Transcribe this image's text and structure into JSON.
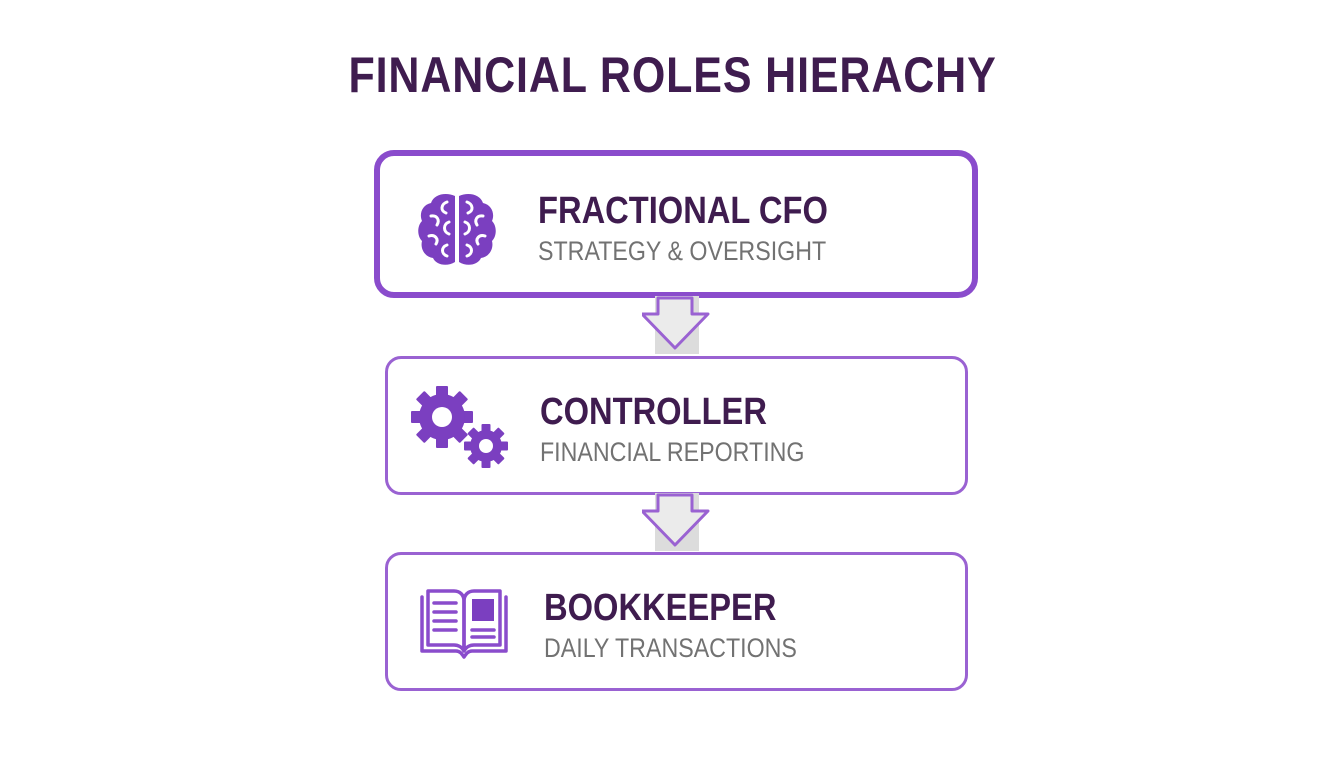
{
  "title": "FINANCIAL ROLES HIERACHY",
  "roles": [
    {
      "name": "FRACTIONAL CFO",
      "description": "STRATEGY & OVERSIGHT",
      "icon": "brain-icon"
    },
    {
      "name": "CONTROLLER",
      "description": "FINANCIAL REPORTING",
      "icon": "gears-icon"
    },
    {
      "name": "BOOKKEEPER",
      "description": "DAILY TRANSACTIONS",
      "icon": "open-book-icon"
    }
  ],
  "colors": {
    "title": "#3f1c4f",
    "accent": "#8a4ccc",
    "border": "#9a62d2",
    "subtitle": "#727272",
    "connector": "#dcdcdc"
  }
}
